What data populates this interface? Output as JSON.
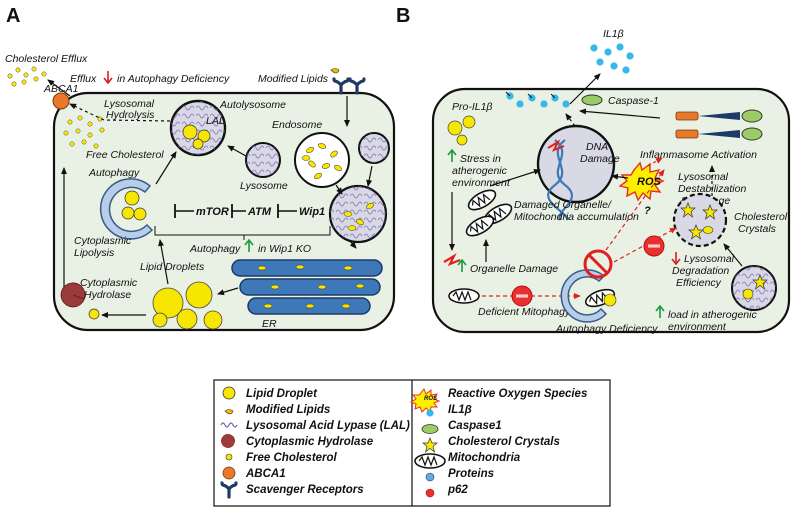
{
  "panels": {
    "a": "A",
    "b": "B"
  },
  "panel_a": {
    "cholesterol_efflux": "Cholesterol Efflux",
    "efflux": "Efflux",
    "in_autophagy_deficiency": "in Autophagy Deficiency",
    "abca1": "ABCA1",
    "modified_lipids": "Modified Lipids",
    "lysosomal_hydrolysis_1": "Lysosomal",
    "lysosomal_hydrolysis_2": "Hydrolysis",
    "lal": "LAL",
    "autolysosome": "Autolysosome",
    "endosome": "Endosome",
    "free_cholesterol": "Free Cholesterol",
    "lysosome": "Lysosome",
    "autophagy": "Autophagy",
    "mtor": "mTOR",
    "atm": "ATM",
    "wip1": "Wip1",
    "autophagy_up": "Autophagy",
    "in_wip1_ko": "in Wip1 KO",
    "cytoplasmic_lipolysis_1": "Cytoplasmic",
    "cytoplasmic_lipolysis_2": "Lipolysis",
    "lipid_droplets": "Lipid Droplets",
    "cytoplasmic_hydrolase_1": "Cytoplasmic",
    "cytoplasmic_hydrolase_2": "Hydrolase",
    "er": "ER"
  },
  "panel_b": {
    "il1b": "IL1β",
    "pro_il1b": "Pro-IL1β",
    "caspase1": "Caspase-1",
    "stress_1": "Stress in",
    "stress_2": "atherogenic",
    "stress_3": "environment",
    "dna_damage_1": "DNA",
    "dna_damage_2": "Damage",
    "inflammasome_activation": "Inflammasome Activation",
    "ros": "ROS",
    "lysosomal_destab_1": "Lysosomal",
    "lysosomal_destab_2": "Destabilization",
    "lysosomal_destab_3": "& Leakage",
    "damaged_organelle_1": "Damaged Organelle/",
    "damaged_organelle_2": "Mitochondria accumulation",
    "cholesterol_crystals_1": "Cholesterol",
    "cholesterol_crystals_2": "Crystals",
    "question": "?",
    "lysosomal_degradation_1": "Lysosomal",
    "lysosomal_degradation_2": "Degradation",
    "lysosomal_degradation_3": "Efficiency",
    "organelle_damage": "Organelle Damage",
    "deficient_mitophagy": "Deficient Mitophagy",
    "autophagy_deficiency": "Autophagy Deficiency",
    "load_1": "load in atherogenic",
    "load_2": "environment"
  },
  "legend": {
    "left": [
      "Lipid Droplet",
      "Modified Lipids",
      "Lysosomal Acid Lypase (LAL)",
      "Cytoplasmic Hydrolase",
      "Free Cholesterol",
      "ABCA1",
      "Scavenger Receptors"
    ],
    "right": [
      "Reactive Oxygen Species",
      "IL1β",
      "Caspase1",
      "Cholesterol Crystals",
      "Mitochondria",
      "Proteins",
      "p62"
    ],
    "ros_badge": "ROS"
  },
  "colors": {
    "lipid": "#f7e600",
    "lysosome": "#d9d9e6",
    "cell": "#e9f1e4",
    "er": "#3e78b8",
    "abca1": "#e8782a",
    "hydrolase": "#9b3a3a",
    "il1b": "#36b8e8",
    "caspase": "#9ccc65",
    "arrow_up": "#1a9a3a",
    "arrow_down": "#d62020",
    "scavenger": "#1e3a66",
    "p62": "#e02020",
    "ros": "#e83020",
    "ros_badge": "#ffee00"
  }
}
